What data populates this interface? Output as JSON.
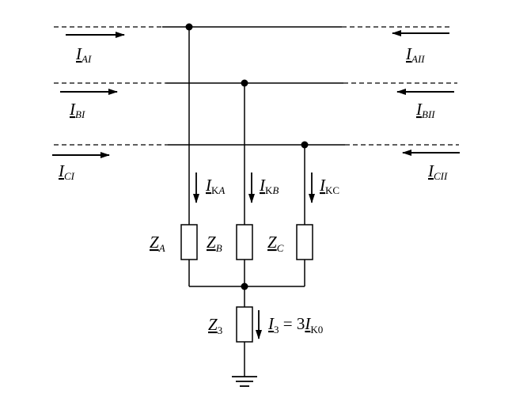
{
  "lines": [
    {
      "phase": "A",
      "left_current": {
        "main": "I",
        "sub": "AI"
      },
      "right_current": {
        "main": "I",
        "sub": "AII"
      }
    },
    {
      "phase": "B",
      "left_current": {
        "main": "I",
        "sub": "BI"
      },
      "right_current": {
        "main": "I",
        "sub": "BII"
      }
    },
    {
      "phase": "C",
      "left_current": {
        "main": "I",
        "sub": "CI"
      },
      "right_current": {
        "main": "I",
        "sub": "CII"
      }
    }
  ],
  "fault_currents": [
    {
      "main": "I",
      "sub_roman": "K",
      "sub_italic": "A"
    },
    {
      "main": "I",
      "sub_roman": "K",
      "sub_italic": "B"
    },
    {
      "main": "I",
      "sub_roman": "KC",
      "sub_italic": ""
    }
  ],
  "impedances": [
    {
      "main": "Z",
      "sub": "A"
    },
    {
      "main": "Z",
      "sub": "B"
    },
    {
      "main": "Z",
      "sub": "C"
    }
  ],
  "ground_impedance": {
    "main": "Z",
    "sub": "3"
  },
  "ground_current": {
    "main": "I",
    "sub": "3",
    "equals": " = 3",
    "main2": "I",
    "sub2": "K0"
  }
}
